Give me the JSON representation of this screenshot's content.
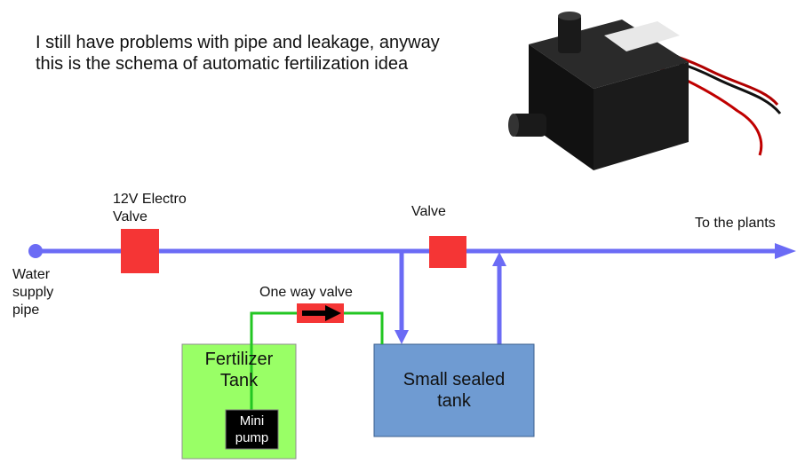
{
  "note": "I still have problems with pipe and leakage, anyway this is the schema of automatic fertilization idea",
  "labels": {
    "electro_valve": "12V Electro\nValve",
    "valve": "Valve",
    "to_plants": "To the plants",
    "water_supply": "Water\nsupply\npipe",
    "one_way_valve": "One way valve",
    "fertilizer_tank": "Fertilizer\nTank",
    "small_sealed_tank": "Small sealed\ntank",
    "mini_pump": "Mini\npump"
  },
  "colors": {
    "main_pipe": "#6b6bf5",
    "fertilizer_pipe": "#22c622",
    "valve": "#f53535",
    "fertilizer_tank": "#99ff66",
    "sealed_tank": "#6f9bd2",
    "pump": "#000000"
  },
  "icons": {
    "pump_photo": "submersible-mini-pump-photo",
    "check_arrow": "arrow-right-icon"
  }
}
